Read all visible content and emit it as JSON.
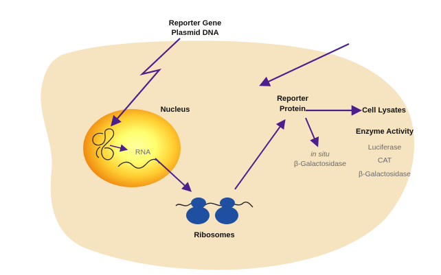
{
  "labels": {
    "reporter_gene": "Reporter Gene",
    "plasmid_dna": "Plasmid DNA",
    "nucleus": "Nucleus",
    "rna": "RNA",
    "ribosomes": "Ribosomes",
    "reporter": "Reporter",
    "protein": "Protein",
    "cell_lysates": "Cell Lysates",
    "in_situ": "in situ",
    "beta_gal_insitu": "β-Galactosidase",
    "enzyme_activity": "Enzyme Activity",
    "luciferase": "Luciferase",
    "cat": "CAT",
    "beta_gal_assay": "β-Galactosidase"
  },
  "colors": {
    "cell_fill": "#f6e3c0",
    "arrow": "#4b1f8c",
    "ribosome": "#1f4fa0",
    "nucleus_core": "#ffff80",
    "nucleus_edge": "#f08a10"
  }
}
